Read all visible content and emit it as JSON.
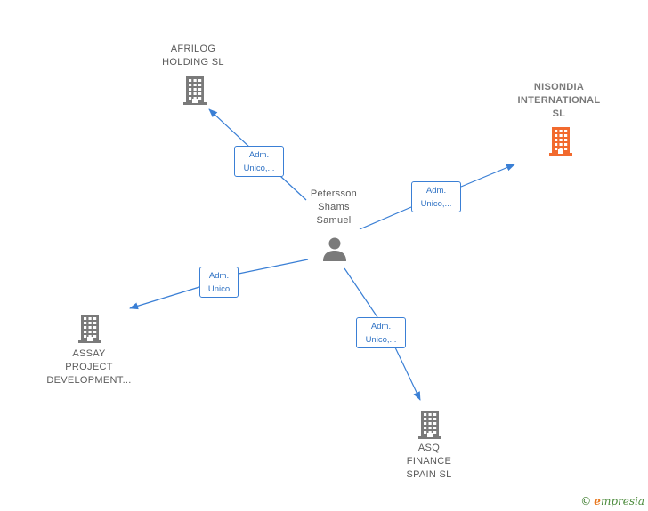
{
  "colors": {
    "edge": "#3a7fd5",
    "building_default": "#7a7a7a",
    "building_highlight": "#f26a2e",
    "person": "#7a7a7a"
  },
  "center": {
    "label": "Petersson\nShams\nSamuel",
    "icon": "person-icon"
  },
  "companies": [
    {
      "id": "afrilog",
      "label": "AFRILOG\nHOLDING  SL",
      "icon": "building-icon",
      "highlight": false
    },
    {
      "id": "nisondia",
      "label": "NISONDIA\nINTERNATIONAL\nSL",
      "icon": "building-icon",
      "highlight": true
    },
    {
      "id": "assay",
      "label": "ASSAY\nPROJECT\nDEVELOPMENT...",
      "icon": "building-icon",
      "highlight": false
    },
    {
      "id": "asq",
      "label": "ASQ\nFINANCE\nSPAIN  SL",
      "icon": "building-icon",
      "highlight": false
    }
  ],
  "edges": [
    {
      "to": "afrilog",
      "label": "Adm.\nUnico,..."
    },
    {
      "to": "nisondia",
      "label": "Adm.\nUnico,..."
    },
    {
      "to": "assay",
      "label": "Adm.\nUnico"
    },
    {
      "to": "asq",
      "label": "Adm.\nUnico,..."
    }
  ],
  "footer": {
    "copyright_symbol": "©",
    "brand_first": "e",
    "brand_rest": "mpresia"
  }
}
